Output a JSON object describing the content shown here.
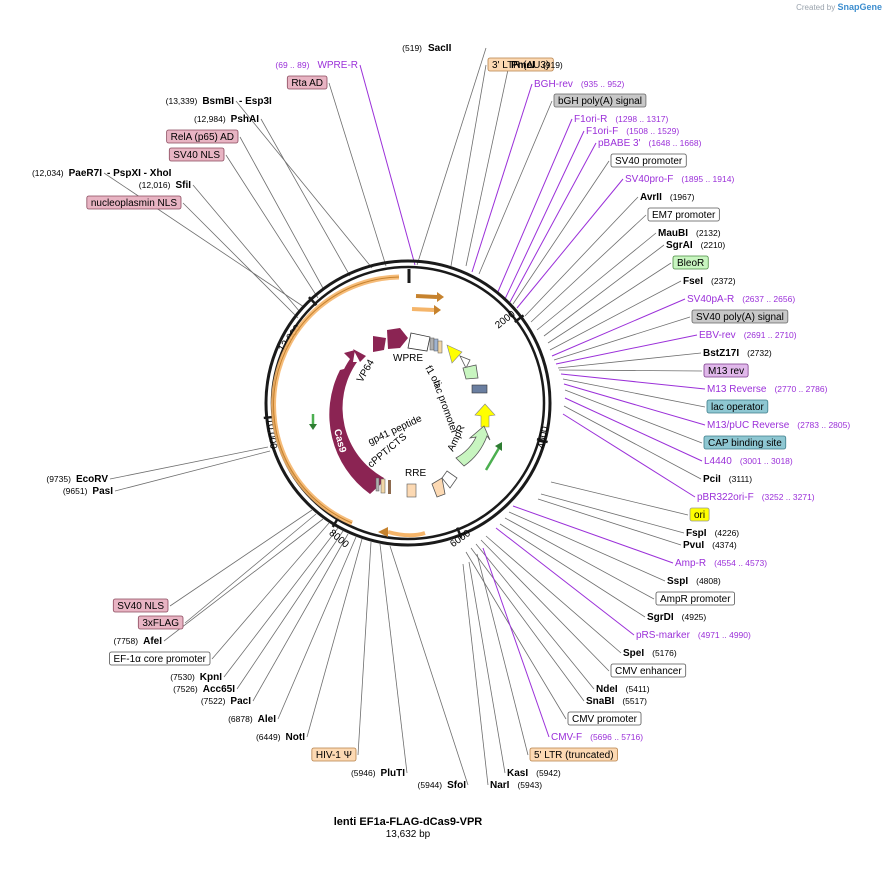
{
  "branding": {
    "prefix": "Created by",
    "name": "SnapGene"
  },
  "plasmid": {
    "name": "lenti EF1a-FLAG-dCas9-VPR",
    "size": "13,632 bp"
  },
  "ticks": [
    "2000",
    "4000",
    "6000",
    "8000",
    "10,000",
    "12,000"
  ],
  "colors": {
    "primer": "#9b30d9",
    "promoter_box": "#ffffff",
    "ltr_box": "#fcd9b3",
    "nls_box": "#e8b4c3",
    "green_box": "#c8f5c0",
    "gray_box": "#c8c8c8",
    "teal_box": "#8ec7d2",
    "ori_box": "#ffff00",
    "cas9": "#8b2453",
    "backbone": "#1a1a1a",
    "orf_track": "#f5b56a"
  },
  "labels": {
    "left": [
      {
        "text": "WPRE-R",
        "range": "(69 .. 89)",
        "kind": "primer"
      },
      {
        "text": "Rta AD",
        "kind": "box",
        "style": "nls"
      },
      {
        "text": "BsmBI",
        "pos": "(13,339)",
        "extra": "- Esp3I",
        "kind": "site"
      },
      {
        "text": "PshAI",
        "pos": "(12,984)",
        "kind": "site"
      },
      {
        "text": "RelA (p65) AD",
        "kind": "box",
        "style": "nls"
      },
      {
        "text": "SV40 NLS",
        "kind": "box",
        "style": "nls"
      },
      {
        "text": "PaeR7I",
        "pos": "(12,034)",
        "extra": "- PspXI   - XhoI",
        "kind": "site"
      },
      {
        "text": "SfiI",
        "pos": "(12,016)",
        "kind": "site"
      },
      {
        "text": "nucleoplasmin NLS",
        "kind": "box",
        "style": "nls"
      },
      {
        "text": "EcoRV",
        "pos": "(9735)",
        "kind": "site"
      },
      {
        "text": "PasI",
        "pos": "(9651)",
        "kind": "site"
      },
      {
        "text": "SV40 NLS",
        "kind": "box",
        "style": "nls"
      },
      {
        "text": "3xFLAG",
        "kind": "box",
        "style": "nls"
      },
      {
        "text": "AfeI",
        "pos": "(7758)",
        "kind": "site"
      },
      {
        "text": "EF-1α core promoter",
        "kind": "box",
        "style": "promoter"
      },
      {
        "text": "KpnI",
        "pos": "(7530)",
        "kind": "site"
      },
      {
        "text": "Acc65I",
        "pos": "(7526)",
        "kind": "site"
      },
      {
        "text": "PacI",
        "pos": "(7522)",
        "kind": "site"
      },
      {
        "text": "AleI",
        "pos": "(6878)",
        "kind": "site"
      },
      {
        "text": "NotI",
        "pos": "(6449)",
        "kind": "site"
      },
      {
        "text": "HIV-1 Ψ",
        "kind": "box",
        "style": "ltr"
      },
      {
        "text": "PluTI",
        "pos": "(5946)",
        "kind": "site"
      },
      {
        "text": "SfoI",
        "pos": "(5944)",
        "kind": "site"
      }
    ],
    "right": [
      {
        "text": "SacII",
        "pos": "(519)",
        "kind": "site"
      },
      {
        "text": "3' LTR (ΔU3)",
        "kind": "box",
        "style": "ltr"
      },
      {
        "text": "PmeI",
        "pos": "(919)",
        "kind": "site"
      },
      {
        "text": "BGH-rev",
        "range": "(935 .. 952)",
        "kind": "primer"
      },
      {
        "text": "bGH poly(A) signal",
        "kind": "box",
        "style": "gray"
      },
      {
        "text": "F1ori-R",
        "range": "(1298 .. 1317)",
        "kind": "primer"
      },
      {
        "text": "F1ori-F",
        "range": "(1508 .. 1529)",
        "kind": "primer"
      },
      {
        "text": "pBABE 3'",
        "range": "(1648 .. 1668)",
        "kind": "primer"
      },
      {
        "text": "SV40 promoter",
        "kind": "box",
        "style": "promoter"
      },
      {
        "text": "SV40pro-F",
        "range": "(1895 .. 1914)",
        "kind": "primer"
      },
      {
        "text": "AvrII",
        "pos": "(1967)",
        "kind": "site"
      },
      {
        "text": "EM7 promoter",
        "kind": "box",
        "style": "promoter"
      },
      {
        "text": "MauBI",
        "pos": "(2132)",
        "kind": "site"
      },
      {
        "text": "SgrAI",
        "pos": "(2210)",
        "kind": "site"
      },
      {
        "text": "BleoR",
        "kind": "box",
        "style": "green"
      },
      {
        "text": "FseI",
        "pos": "(2372)",
        "kind": "site"
      },
      {
        "text": "SV40pA-R",
        "range": "(2637 .. 2656)",
        "kind": "primer"
      },
      {
        "text": "SV40 poly(A) signal",
        "kind": "box",
        "style": "gray"
      },
      {
        "text": "EBV-rev",
        "range": "(2691 .. 2710)",
        "kind": "primer"
      },
      {
        "text": "BstZ17I",
        "pos": "(2732)",
        "kind": "site"
      },
      {
        "text": "M13 rev",
        "kind": "box",
        "style": "m13"
      },
      {
        "text": "M13 Reverse",
        "range": "(2770 .. 2786)",
        "kind": "primer"
      },
      {
        "text": "lac operator",
        "kind": "box",
        "style": "teal"
      },
      {
        "text": "M13/pUC Reverse",
        "range": "(2783 .. 2805)",
        "kind": "primer"
      },
      {
        "text": "CAP binding site",
        "kind": "box",
        "style": "teal"
      },
      {
        "text": "L4440",
        "range": "(3001 .. 3018)",
        "kind": "primer"
      },
      {
        "text": "PciI",
        "pos": "(3111)",
        "kind": "site"
      },
      {
        "text": "pBR322ori-F",
        "range": "(3252 .. 3271)",
        "kind": "primer"
      },
      {
        "text": "ori",
        "kind": "box",
        "style": "ori"
      },
      {
        "text": "FspI",
        "pos": "(4226)",
        "kind": "site"
      },
      {
        "text": "PvuI",
        "pos": "(4374)",
        "kind": "site"
      },
      {
        "text": "Amp-R",
        "range": "(4554 .. 4573)",
        "kind": "primer"
      },
      {
        "text": "SspI",
        "pos": "(4808)",
        "kind": "site"
      },
      {
        "text": "AmpR promoter",
        "kind": "box",
        "style": "promoter"
      },
      {
        "text": "SgrDI",
        "pos": "(4925)",
        "kind": "site"
      },
      {
        "text": "pRS-marker",
        "range": "(4971 .. 4990)",
        "kind": "primer"
      },
      {
        "text": "SpeI",
        "pos": "(5176)",
        "kind": "site"
      },
      {
        "text": "CMV enhancer",
        "kind": "box",
        "style": "promoter"
      },
      {
        "text": "NdeI",
        "pos": "(5411)",
        "kind": "site"
      },
      {
        "text": "SnaBI",
        "pos": "(5517)",
        "kind": "site"
      },
      {
        "text": "CMV promoter",
        "kind": "box",
        "style": "promoter"
      },
      {
        "text": "CMV-F",
        "range": "(5696 .. 5716)",
        "kind": "primer"
      },
      {
        "text": "5' LTR (truncated)",
        "kind": "box",
        "style": "ltr"
      },
      {
        "text": "KasI",
        "pos": "(5942)",
        "kind": "site"
      },
      {
        "text": "NarI",
        "pos": "(5943)",
        "kind": "site"
      }
    ]
  },
  "features": [
    {
      "name": "Cas9"
    },
    {
      "name": "VP64"
    },
    {
      "name": "WPRE"
    },
    {
      "name": "f1 ori"
    },
    {
      "name": "lac promoter"
    },
    {
      "name": "AmpR"
    },
    {
      "name": "gp41 peptide"
    },
    {
      "name": "cPPT/CTS"
    },
    {
      "name": "RRE"
    }
  ]
}
